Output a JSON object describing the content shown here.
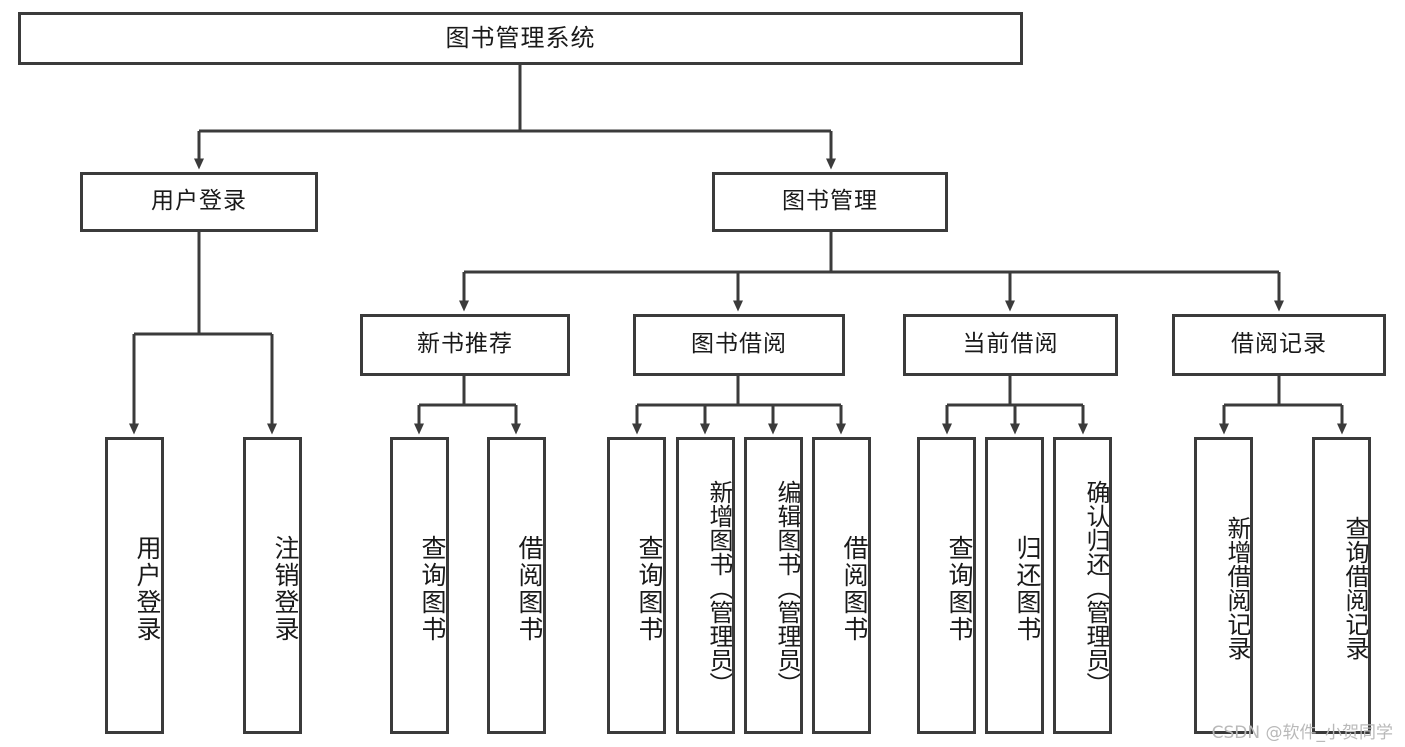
{
  "diagram": {
    "type": "hierarchy-tree",
    "title": "图书管理系统",
    "background_color": "#ffffff",
    "line_color": "#3b3b3b",
    "text_color": "#1a1a1a",
    "watermark": "CSDN @软件_小贺同学",
    "levels": 4,
    "root": {
      "label": "图书管理系统",
      "children": [
        {
          "label": "用户登录",
          "children": [
            {
              "label": "用户登录"
            },
            {
              "label": "注销登录"
            }
          ]
        },
        {
          "label": "图书管理",
          "children": [
            {
              "label": "新书推荐",
              "children": [
                {
                  "label": "查询图书"
                },
                {
                  "label": "借阅图书"
                }
              ]
            },
            {
              "label": "图书借阅",
              "children": [
                {
                  "label": "查询图书"
                },
                {
                  "label": "新增图书（管理员）"
                },
                {
                  "label": "编辑图书（管理员）"
                },
                {
                  "label": "借阅图书"
                }
              ]
            },
            {
              "label": "当前借阅",
              "children": [
                {
                  "label": "查询图书"
                },
                {
                  "label": "归还图书"
                },
                {
                  "label": "确认归还（管理员）"
                }
              ]
            },
            {
              "label": "借阅记录",
              "children": [
                {
                  "label": "新增借阅记录"
                },
                {
                  "label": "查询借阅记录"
                }
              ]
            }
          ]
        }
      ]
    },
    "nodes": {
      "root": "图书管理系统",
      "user_login": "用户登录",
      "book_manage": "图书管理",
      "new_book_rec": "新书推荐",
      "book_borrow": "图书借阅",
      "current_borrow": "当前借阅",
      "borrow_record": "借阅记录",
      "leaf_user_login": "用户登录",
      "leaf_user_logout": "注销登录",
      "leaf_query_book_1": "查询图书",
      "leaf_borrow_book_1": "借阅图书",
      "leaf_query_book_2": "查询图书",
      "leaf_add_book": "新增图书（管理员）",
      "leaf_edit_book": "编辑图书（管理员）",
      "leaf_borrow_book_2": "借阅图书",
      "leaf_query_book_3": "查询图书",
      "leaf_return_book": "归还图书",
      "leaf_confirm_return": "确认归还（管理员）",
      "leaf_add_record": "新增借阅记录",
      "leaf_query_record": "查询借阅记录"
    }
  }
}
